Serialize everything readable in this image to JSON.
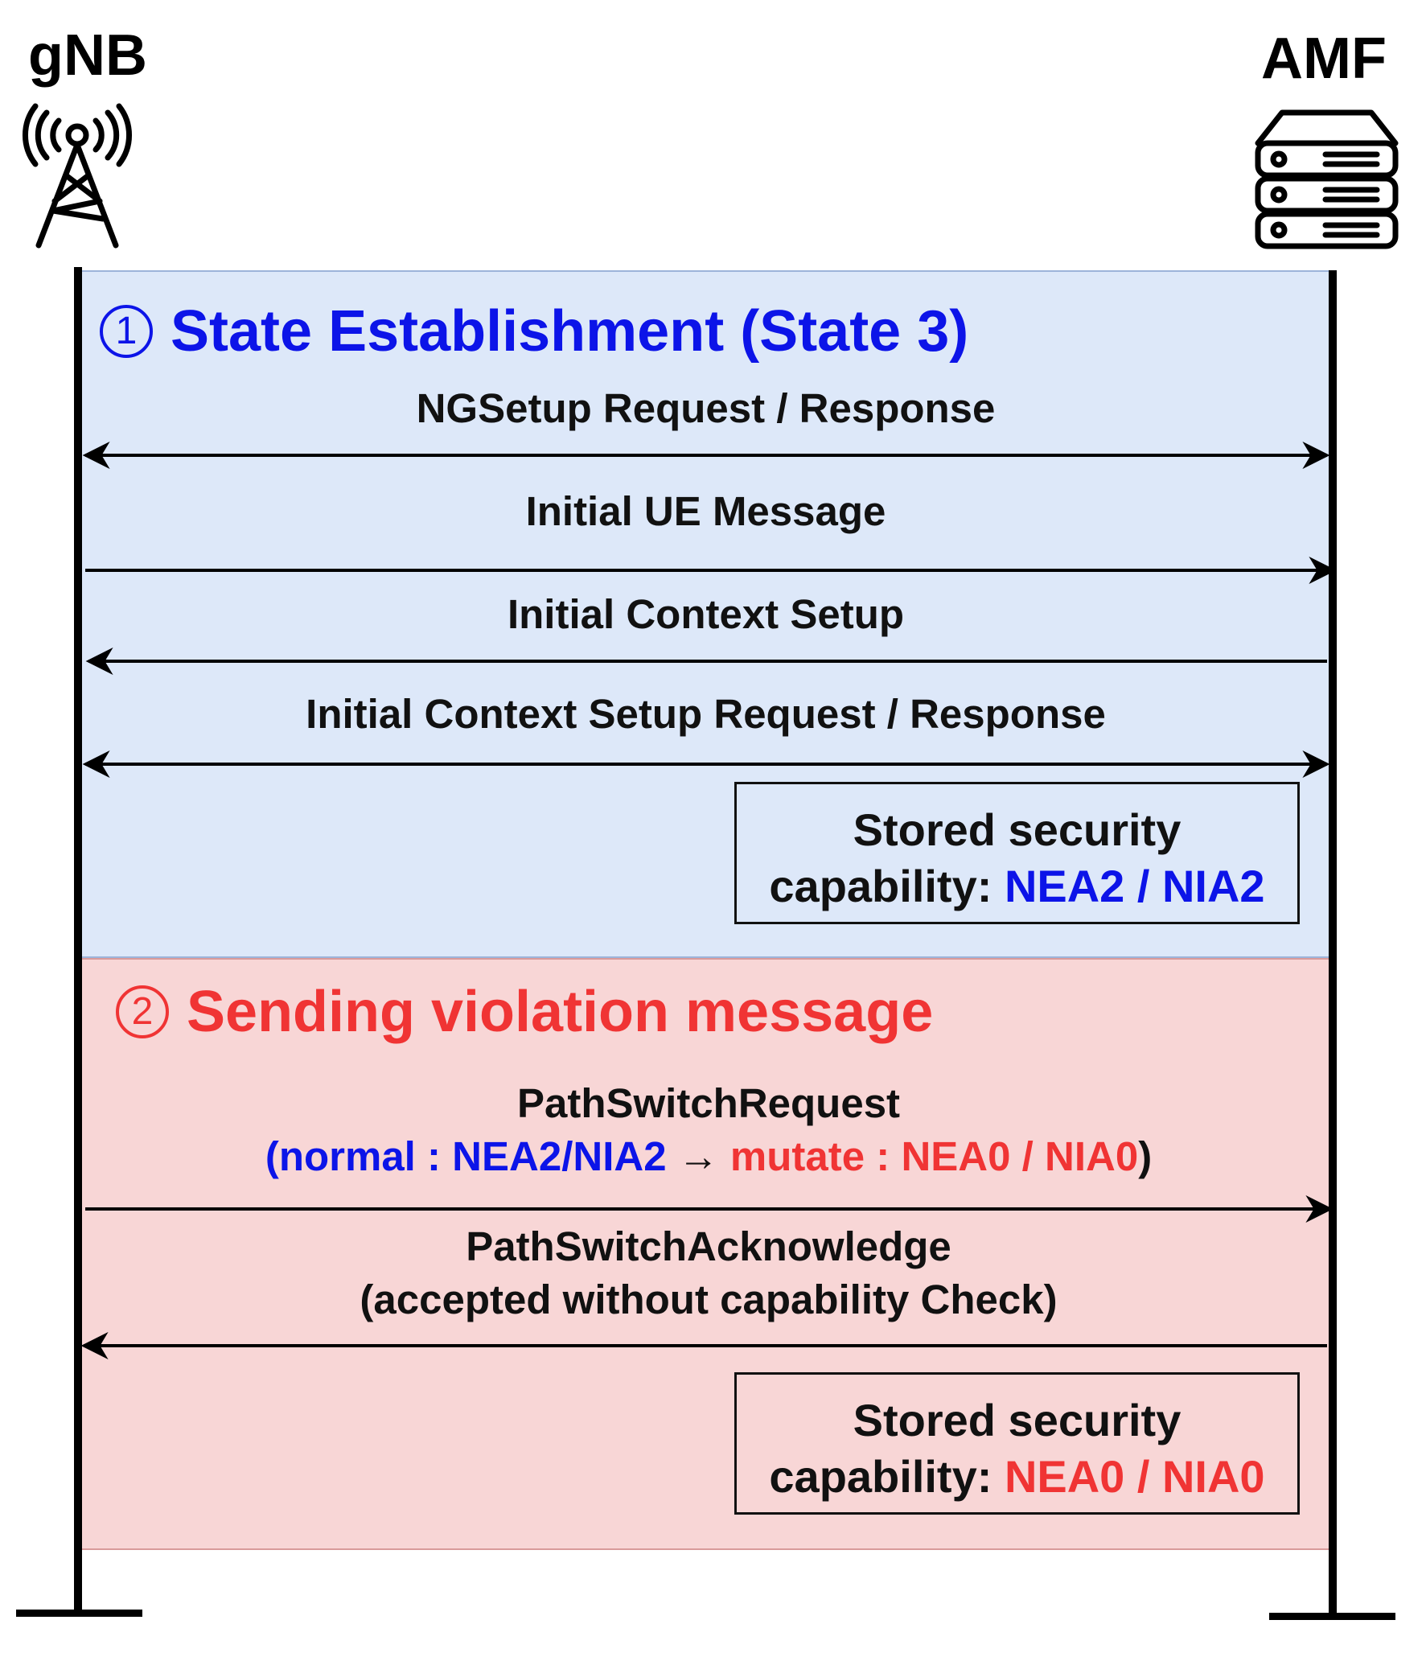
{
  "entities": {
    "left": {
      "label": "gNB",
      "icon": "cell-tower-icon"
    },
    "right": {
      "label": "AMF",
      "icon": "server-icon"
    }
  },
  "colors": {
    "blue": "#0c14e8",
    "red": "#f03434",
    "section1_bg": "#dde8f9",
    "section2_bg": "#f8d6d6"
  },
  "section1": {
    "number": "1",
    "title": "State Establishment (State 3)",
    "messages": [
      {
        "label": "NGSetup Request / Response",
        "direction": "both"
      },
      {
        "label": "Initial UE Message",
        "direction": "to-amf"
      },
      {
        "label": "Initial Context Setup",
        "direction": "to-gnb"
      },
      {
        "label": "Initial Context Setup Request / Response",
        "direction": "both"
      }
    ],
    "state_box": {
      "line1": "Stored security",
      "line2_prefix": "capability: ",
      "value": "NEA2 / NIA2"
    }
  },
  "section2": {
    "number": "2",
    "title": "Sending violation message",
    "messages": [
      {
        "label": "PathSwitchRequest",
        "detail": {
          "open": "(",
          "normal": "normal : NEA2/NIA2",
          "arrow": " → ",
          "mutate": "mutate : NEA0 / NIA0",
          "close": ")"
        },
        "direction": "to-amf"
      },
      {
        "label": "PathSwitchAcknowledge",
        "detail_text": "(accepted without capability Check)",
        "direction": "to-gnb"
      }
    ],
    "state_box": {
      "line1": "Stored security",
      "line2_prefix": "capability: ",
      "value": "NEA0 / NIA0"
    }
  }
}
